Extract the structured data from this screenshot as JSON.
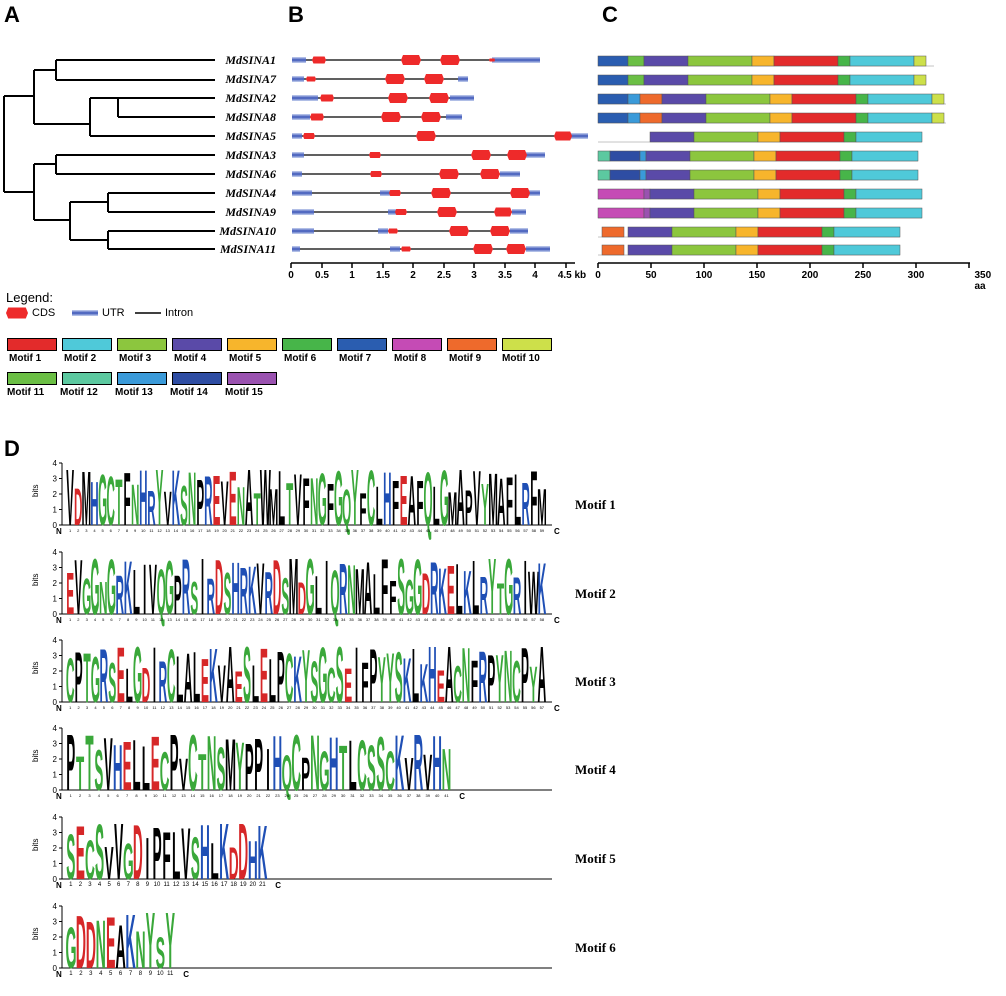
{
  "panels": {
    "a": "A",
    "b": "B",
    "c": "C",
    "d": "D"
  },
  "genes": [
    {
      "name": "MdSINA1"
    },
    {
      "name": "MdSINA7"
    },
    {
      "name": "MdSINA2"
    },
    {
      "name": "MdSINA8"
    },
    {
      "name": "MdSINA5"
    },
    {
      "name": "MdSINA3"
    },
    {
      "name": "MdSINA6"
    },
    {
      "name": "MdSINA4"
    },
    {
      "name": "MdSINA9"
    },
    {
      "name": "MdSINA10"
    },
    {
      "name": "MdSINA11"
    }
  ],
  "gene_structure_axis": {
    "ticks": [
      "0",
      "0.5",
      "1",
      "1.5",
      "2",
      "2.5",
      "3",
      "3.5",
      "4",
      "4.5 kb"
    ]
  },
  "motif_axis": {
    "ticks": [
      "0",
      "50",
      "100",
      "150",
      "200",
      "250",
      "300",
      "350 aa"
    ]
  },
  "legend": {
    "title": "Legend:",
    "cds": "CDS",
    "utr": "UTR",
    "intron": "Intron"
  },
  "motifs": [
    {
      "label": "Motif 1",
      "color": "#e32b2b"
    },
    {
      "label": "Motif 2",
      "color": "#4fc9d9"
    },
    {
      "label": "Motif 3",
      "color": "#8cc63e"
    },
    {
      "label": "Motif 4",
      "color": "#5a4aa8"
    },
    {
      "label": "Motif 5",
      "color": "#f7b52c"
    },
    {
      "label": "Motif 6",
      "color": "#47b549"
    },
    {
      "label": "Motif 7",
      "color": "#2a5db0"
    },
    {
      "label": "Motif 8",
      "color": "#c54bb5"
    },
    {
      "label": "Motif 9",
      "color": "#ee6a2c"
    },
    {
      "label": "Motif 10",
      "color": "#cde04a"
    },
    {
      "label": "Motif 11",
      "color": "#6bbf45"
    },
    {
      "label": "Motif 12",
      "color": "#5cc9a0"
    },
    {
      "label": "Motif 13",
      "color": "#3a9ad9"
    },
    {
      "label": "Motif 14",
      "color": "#2e4da3"
    },
    {
      "label": "Motif 15",
      "color": "#9a52b0"
    }
  ],
  "logos": [
    {
      "label": "Motif 1",
      "sequence": "VDMHGCTFNHRYVKSNPREVENATWMLTVFNGFGQYFCLHFEAFQLGMAPVYMAFLRFM"
    },
    {
      "label": "Motif 2",
      "sequence": "EVGGNGRKLIVQGPRSIRDSHRKVRDSMDGLIQRNMALFFSGGDRKELKLRYTGRIWK"
    },
    {
      "label": "Motif 3",
      "sequence": "CPTGRSELGDIRCLALEKVAESLELPCKYSGCSEIFPYYSKLKHEACNFRPYNCPYA"
    },
    {
      "label": "Motif 4",
      "sequence": "PTTSVHELLECPVCTNSMYPPIHQCPNGHTLCSSCKVRVHN"
    },
    {
      "label": "Motif 5",
      "sequence": "SECSVVGDIPFLVSHLKDDHK"
    },
    {
      "label": "Motif 6",
      "sequence": "GDDNEAKNYSY"
    }
  ],
  "bits": {
    "axis_label": "bits",
    "ticks": [
      "4",
      "3",
      "2",
      "1",
      "0"
    ],
    "n": "N",
    "c": "C"
  }
}
